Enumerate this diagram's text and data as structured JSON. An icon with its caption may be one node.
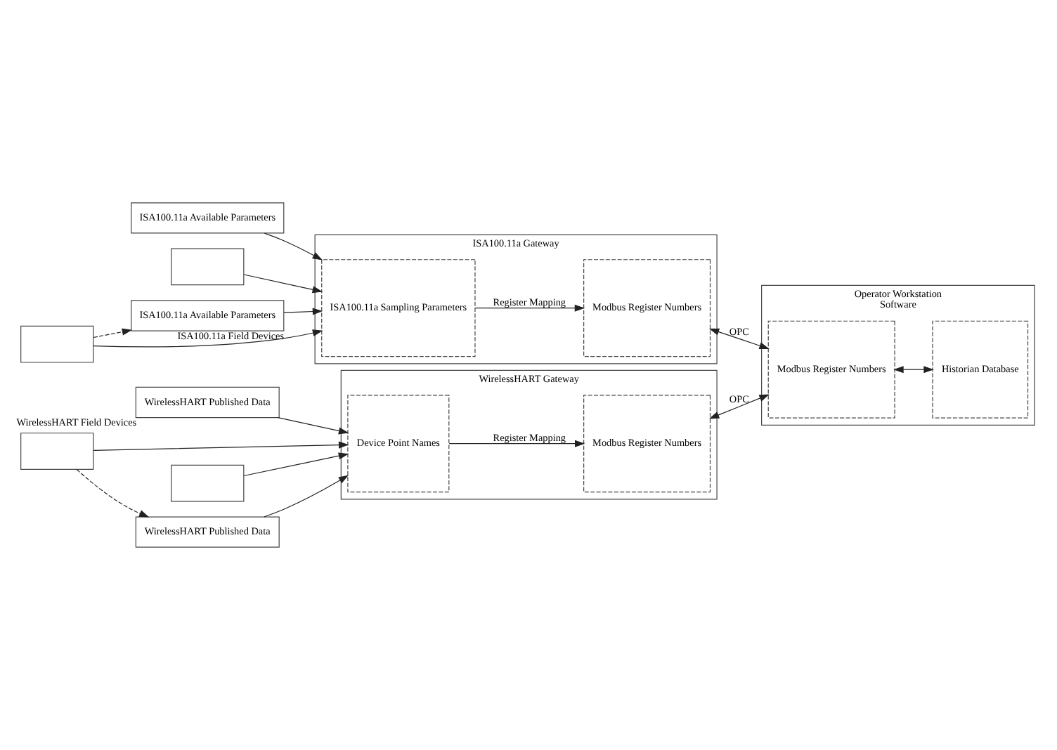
{
  "diagram": {
    "nodes": [
      {
        "text": [
          "WirelessHART Published Data"
        ],
        "beside": [
          "WirelessHART Field Devices"
        ]
      },
      {
        "text": [],
        "shape": "box"
      },
      {
        "text": [],
        "shape": "box"
      },
      {
        "text": [
          "WirelessHART Published Data"
        ]
      },
      {
        "text": [
          "WirelessHART Gateway"
        ]
      },
      {
        "text": [
          "Device Point Names"
        ],
        "in": 4
      },
      {
        "text": [
          "Modbus Register Numbers"
        ],
        "in": 4
      },
      {
        "text": [
          "Operator Workstation",
          "Software"
        ]
      },
      {
        "text": [
          "Modbus Register Numbers"
        ],
        "in": 7
      },
      {
        "text": [
          "Historian Database"
        ],
        "in": 7
      },
      {
        "text": [
          "ISA100.11a Available Parameters"
        ]
      },
      {
        "text": [],
        "shape": "box"
      },
      {
        "text": [],
        "shape": "box"
      },
      {
        "text": [
          "ISA100.11a Available Parameters"
        ],
        "beside": [
          "ISA100.11a Field Devices"
        ]
      },
      {
        "text": [
          "ISA100.11a Gateway"
        ]
      },
      {
        "text": [
          "ISA100.11a Sampling Parameters"
        ],
        "in": 14
      },
      {
        "text": [
          "Modbus Register Numbers"
        ],
        "in": 14
      }
    ],
    "edges": [
      {
        "from": 0,
        "to": 5,
        "arrow": "to"
      },
      {
        "from": 1,
        "to": 5,
        "arrow": "to"
      },
      {
        "from": 2,
        "to": 5,
        "arrow": "to"
      },
      {
        "from": 3,
        "to": 5,
        "arrow": "to"
      },
      {
        "from": 2,
        "to": 3,
        "arrow": "to",
        "style": "dashed"
      },
      {
        "from": 5,
        "to": 6,
        "arrow": "to",
        "label": "Register Mapping"
      },
      {
        "from": 6,
        "to": 8,
        "arrow": "both",
        "label": "OPC"
      },
      {
        "from": 8,
        "to": 9,
        "arrow": "both"
      },
      {
        "from": 10,
        "to": 15,
        "arrow": "to"
      },
      {
        "from": 11,
        "to": 15,
        "arrow": "to"
      },
      {
        "from": 12,
        "to": 15,
        "arrow": "to"
      },
      {
        "from": 13,
        "to": 15,
        "arrow": "to"
      },
      {
        "from": 12,
        "to": 13,
        "arrow": "to",
        "style": "dashed"
      },
      {
        "from": 15,
        "to": 16,
        "arrow": "to",
        "label": "Register Mapping"
      },
      {
        "from": 16,
        "to": 8,
        "arrow": "both",
        "label": "OPC"
      }
    ]
  }
}
